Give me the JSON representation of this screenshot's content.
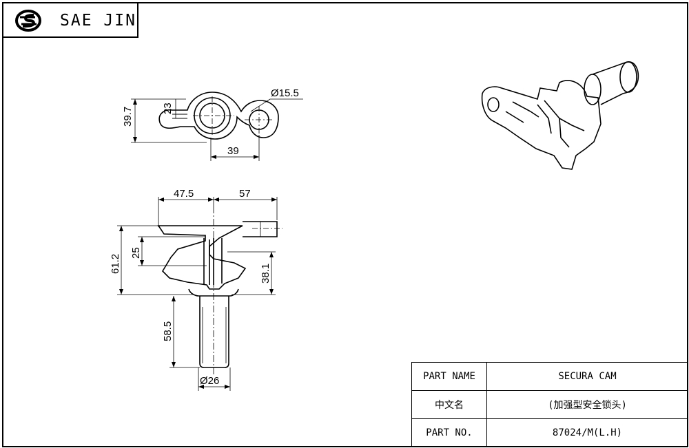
{
  "brand": {
    "name": "SAE JIN"
  },
  "dimensions": {
    "top_view": {
      "hole_dia": "Ø15.5",
      "height": "39.7",
      "slot": "23",
      "pitch": "39"
    },
    "front_view": {
      "left_width": "47.5",
      "right_width": "57",
      "total_height": "61.2",
      "groove": "25",
      "lower_height": "38.1",
      "stem_length": "58.5",
      "stem_dia": "Ø26"
    }
  },
  "title_block": {
    "rows": [
      {
        "label": "PART NAME",
        "value": "SECURA CAM"
      },
      {
        "label": "中文名",
        "value": "(加强型安全锁头)"
      },
      {
        "label": "PART NO.",
        "value": "87024/M(L.H)"
      }
    ]
  }
}
